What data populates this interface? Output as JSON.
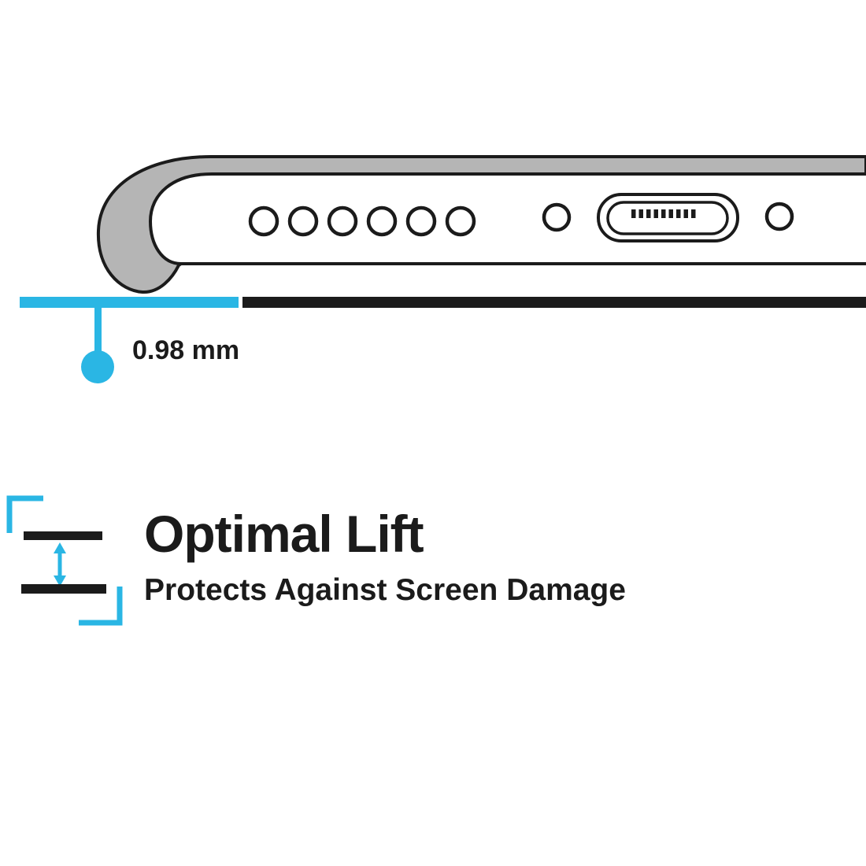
{
  "illustration": {
    "description": "Bottom edge of a phone inside a protective case with raised front lip",
    "speaker_holes": 6,
    "screw_holes": 2,
    "ports": [
      "charging-port"
    ]
  },
  "measurement": {
    "lift_label": "0.98 mm"
  },
  "feature": {
    "title": "Optimal Lift",
    "subtitle": "Protects Against Screen Damage"
  },
  "colors": {
    "accent": "#2ab6e4",
    "ink": "#1b1b1b",
    "case_gray": "#b5b5b5"
  }
}
